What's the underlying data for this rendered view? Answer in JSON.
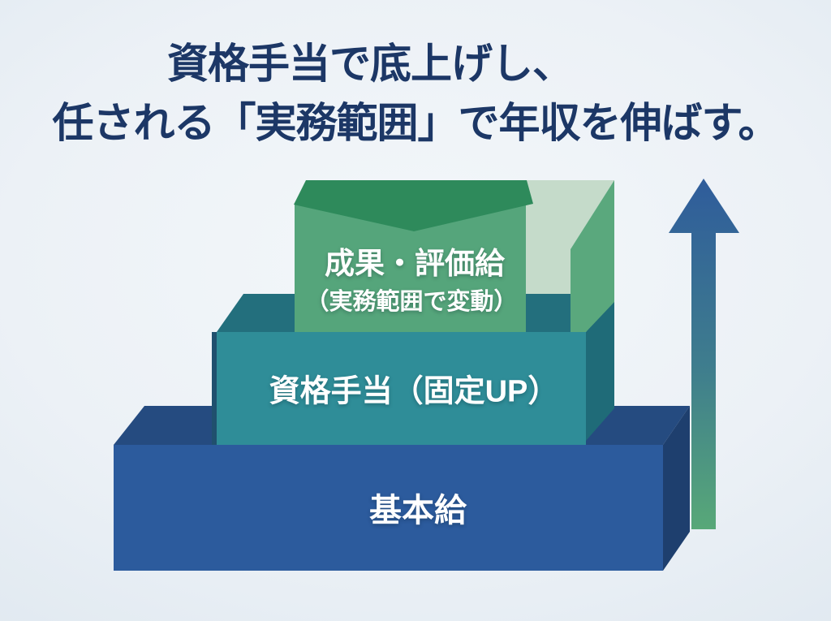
{
  "title": {
    "line1": "資格手当で底上げし、",
    "line2": "任される「実務範囲」で年収を伸ばす。"
  },
  "blocks": [
    {
      "id": "performance-pay",
      "label": "成果・評価給",
      "sublabel": "（実務範囲で変動）",
      "position": "top"
    },
    {
      "id": "qualification-allowance",
      "label": "資格手当（固定UP）",
      "position": "middle"
    },
    {
      "id": "base-salary",
      "label": "基本給",
      "position": "bottom"
    }
  ],
  "arrow": {
    "direction": "up"
  },
  "palette": {
    "title_text": "#1c3766",
    "label_text": "#ffffff",
    "base_front": "#2c5b9d",
    "base_top": "#254b80",
    "base_side": "#1e3f6e",
    "mid_front": "#2f8d98",
    "mid_top": "#236f7d",
    "mid_side": "#1f6b78",
    "mid_left_edge": "#20506e",
    "top_front": "#55a57b",
    "top_flap": "#2e8a5b",
    "top_inner": "#c5dbca",
    "top_side": "#5aa87d",
    "arrow_top": "#2f5c9b",
    "arrow_mid": "#3f7e8d",
    "arrow_bottom": "#58a878"
  }
}
